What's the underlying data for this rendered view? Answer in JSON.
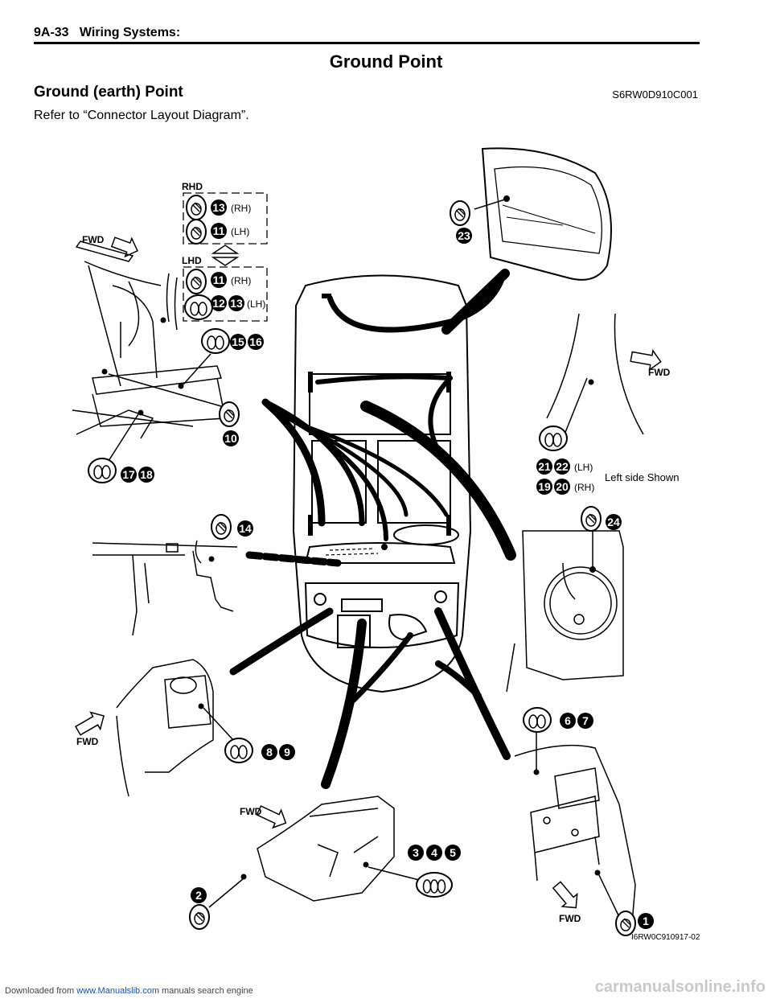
{
  "header": {
    "section": "9A-33",
    "chapter": "Wiring Systems:"
  },
  "title": "Ground Point",
  "subtitle": "Ground (earth) Point",
  "doc_code": "S6RW0D910C001",
  "reference": "Refer to “Connector Layout Diagram”.",
  "figure": {
    "code": "I6RW0C910917-02",
    "labels": {
      "rhd": "RHD",
      "lhd": "LHD",
      "fwd": "FWD",
      "rh": "(RH)",
      "lh": "(LH)",
      "left_side": "Left side Shown"
    },
    "numbers": {
      "n1": "1",
      "n2": "2",
      "n3": "3",
      "n4": "4",
      "n5": "5",
      "n6": "6",
      "n7": "7",
      "n8": "8",
      "n9": "9",
      "n10": "10",
      "n11": "11",
      "n12": "12",
      "n13": "13",
      "n14": "14",
      "n15": "15",
      "n16": "16",
      "n17": "17",
      "n18": "18",
      "n19": "19",
      "n20": "20",
      "n21": "21",
      "n22": "22",
      "n23": "23",
      "n24": "24"
    }
  },
  "footer": {
    "prefix": "Downloaded from",
    "link": "www.Manualslib.com",
    "suffix": "manuals search engine",
    "watermark": "carmanualsonline.info"
  }
}
